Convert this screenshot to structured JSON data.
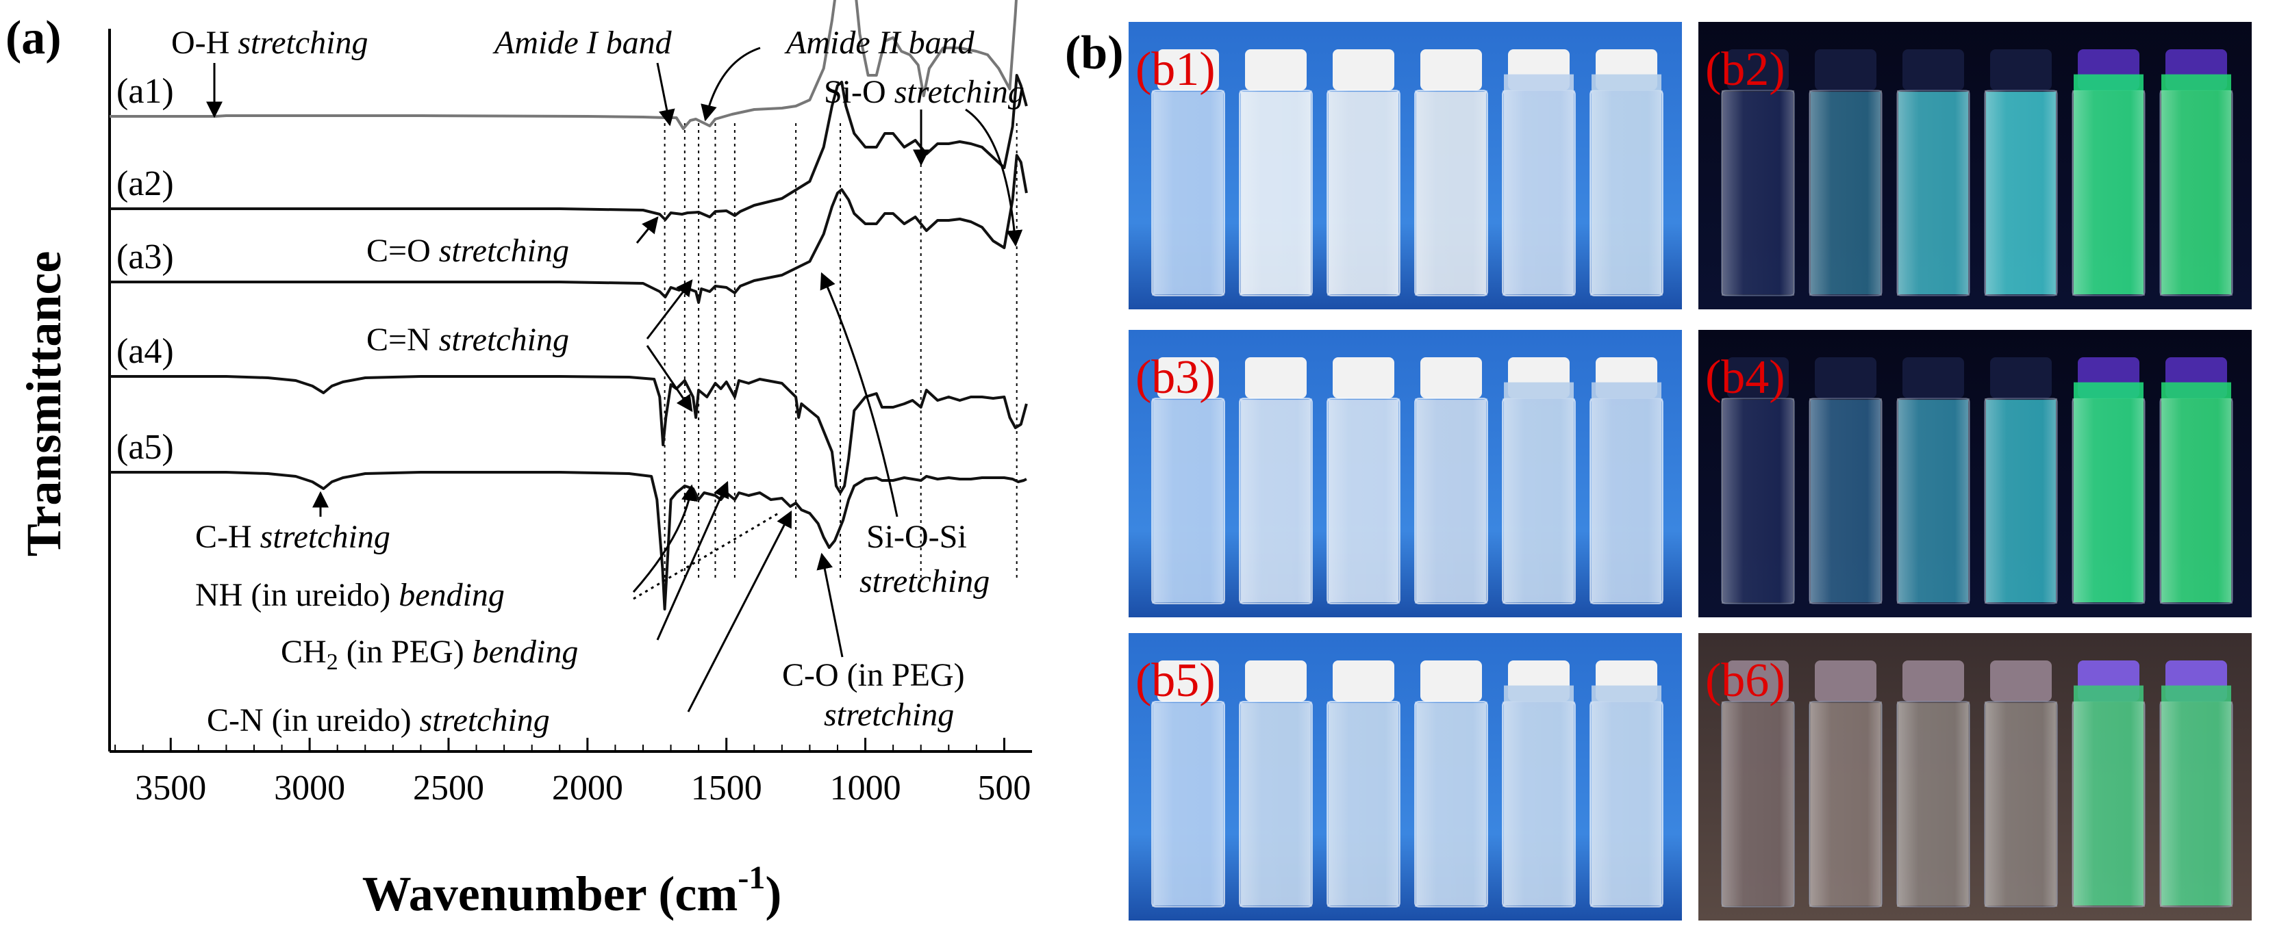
{
  "figure": {
    "panel_a_label": "(a)",
    "panel_b_label": "(b)"
  },
  "chart_data": {
    "type": "line",
    "xlabel_main": "Wavenumber (cm",
    "xlabel_sup": "-1",
    "xlabel_end": ")",
    "ylabel": "Transmittance",
    "xlim": [
      3720,
      400
    ],
    "x_reversed": true,
    "y_ticks_shown": false,
    "grid": false,
    "xticks": [
      3500,
      3000,
      2500,
      2000,
      1500,
      1000,
      500
    ],
    "xtick_labels": [
      "3500",
      "3000",
      "2500",
      "2000",
      "1500",
      "1000",
      "500"
    ],
    "series": [
      {
        "name": "(a1)",
        "color": "#777777",
        "points": [
          [
            3720,
            0
          ],
          [
            3340,
            0
          ],
          [
            3300,
            -1
          ],
          [
            2600,
            -1
          ],
          [
            2000,
            0
          ],
          [
            1800,
            1
          ],
          [
            1720,
            2
          ],
          [
            1680,
            2
          ],
          [
            1655,
            18
          ],
          [
            1630,
            6
          ],
          [
            1610,
            4
          ],
          [
            1590,
            8
          ],
          [
            1560,
            14
          ],
          [
            1540,
            4
          ],
          [
            1480,
            -3
          ],
          [
            1400,
            -10
          ],
          [
            1300,
            -12
          ],
          [
            1250,
            -15
          ],
          [
            1200,
            -24
          ],
          [
            1150,
            -70
          ],
          [
            1120,
            -140
          ],
          [
            1100,
            -200
          ],
          [
            1080,
            -260
          ],
          [
            1060,
            -262
          ],
          [
            1040,
            -200
          ],
          [
            1020,
            -120
          ],
          [
            990,
            -60
          ],
          [
            960,
            -60
          ],
          [
            930,
            -110
          ],
          [
            900,
            -115
          ],
          [
            870,
            -95
          ],
          [
            840,
            -90
          ],
          [
            810,
            -75
          ],
          [
            790,
            -30
          ],
          [
            770,
            -70
          ],
          [
            720,
            -100
          ],
          [
            660,
            -100
          ],
          [
            600,
            -95
          ],
          [
            560,
            -90
          ],
          [
            520,
            -70
          ],
          [
            480,
            -40
          ],
          [
            460,
            -150
          ],
          [
            440,
            -280
          ],
          [
            430,
            -230
          ],
          [
            420,
            -180
          ]
        ]
      },
      {
        "name": "(a2)",
        "color": "#111111",
        "points": [
          [
            3720,
            0
          ],
          [
            2100,
            0
          ],
          [
            1800,
            2
          ],
          [
            1740,
            8
          ],
          [
            1720,
            16
          ],
          [
            1700,
            6
          ],
          [
            1660,
            8
          ],
          [
            1640,
            6
          ],
          [
            1600,
            5
          ],
          [
            1560,
            12
          ],
          [
            1540,
            4
          ],
          [
            1500,
            3
          ],
          [
            1470,
            10
          ],
          [
            1450,
            4
          ],
          [
            1400,
            -5
          ],
          [
            1300,
            -15
          ],
          [
            1200,
            -40
          ],
          [
            1150,
            -90
          ],
          [
            1120,
            -150
          ],
          [
            1100,
            -180
          ],
          [
            1085,
            -185
          ],
          [
            1070,
            -150
          ],
          [
            1040,
            -110
          ],
          [
            1000,
            -90
          ],
          [
            960,
            -90
          ],
          [
            930,
            -110
          ],
          [
            900,
            -110
          ],
          [
            860,
            -90
          ],
          [
            820,
            -100
          ],
          [
            780,
            -80
          ],
          [
            740,
            -95
          ],
          [
            700,
            -95
          ],
          [
            660,
            -98
          ],
          [
            620,
            -95
          ],
          [
            580,
            -90
          ],
          [
            540,
            -75
          ],
          [
            500,
            -60
          ],
          [
            470,
            -120
          ],
          [
            455,
            -195
          ],
          [
            440,
            -180
          ],
          [
            420,
            -150
          ]
        ]
      },
      {
        "name": "(a3)",
        "color": "#111111",
        "points": [
          [
            3720,
            0
          ],
          [
            2100,
            0
          ],
          [
            1800,
            2
          ],
          [
            1740,
            14
          ],
          [
            1720,
            22
          ],
          [
            1700,
            8
          ],
          [
            1670,
            12
          ],
          [
            1650,
            8
          ],
          [
            1610,
            14
          ],
          [
            1600,
            30
          ],
          [
            1590,
            10
          ],
          [
            1560,
            14
          ],
          [
            1540,
            6
          ],
          [
            1500,
            8
          ],
          [
            1470,
            16
          ],
          [
            1450,
            6
          ],
          [
            1400,
            -2
          ],
          [
            1300,
            -10
          ],
          [
            1200,
            -30
          ],
          [
            1150,
            -70
          ],
          [
            1120,
            -110
          ],
          [
            1100,
            -130
          ],
          [
            1085,
            -135
          ],
          [
            1060,
            -120
          ],
          [
            1040,
            -100
          ],
          [
            1000,
            -85
          ],
          [
            960,
            -85
          ],
          [
            930,
            -100
          ],
          [
            900,
            -100
          ],
          [
            860,
            -85
          ],
          [
            820,
            -95
          ],
          [
            780,
            -75
          ],
          [
            740,
            -90
          ],
          [
            700,
            -90
          ],
          [
            660,
            -92
          ],
          [
            620,
            -88
          ],
          [
            580,
            -80
          ],
          [
            540,
            -60
          ],
          [
            500,
            -50
          ],
          [
            470,
            -120
          ],
          [
            455,
            -185
          ],
          [
            440,
            -175
          ],
          [
            420,
            -130
          ]
        ]
      },
      {
        "name": "(a4)",
        "color": "#111111",
        "points": [
          [
            3720,
            0
          ],
          [
            3300,
            0
          ],
          [
            3150,
            2
          ],
          [
            3050,
            6
          ],
          [
            2990,
            14
          ],
          [
            2950,
            24
          ],
          [
            2920,
            14
          ],
          [
            2880,
            8
          ],
          [
            2800,
            2
          ],
          [
            2600,
            0
          ],
          [
            2100,
            0
          ],
          [
            1850,
            1
          ],
          [
            1760,
            4
          ],
          [
            1740,
            30
          ],
          [
            1728,
            100
          ],
          [
            1718,
            60
          ],
          [
            1700,
            12
          ],
          [
            1680,
            18
          ],
          [
            1650,
            6
          ],
          [
            1620,
            30
          ],
          [
            1610,
            60
          ],
          [
            1600,
            20
          ],
          [
            1570,
            30
          ],
          [
            1540,
            10
          ],
          [
            1520,
            18
          ],
          [
            1500,
            8
          ],
          [
            1470,
            30
          ],
          [
            1455,
            6
          ],
          [
            1420,
            10
          ],
          [
            1380,
            4
          ],
          [
            1300,
            10
          ],
          [
            1250,
            30
          ],
          [
            1240,
            60
          ],
          [
            1230,
            40
          ],
          [
            1200,
            50
          ],
          [
            1170,
            60
          ],
          [
            1140,
            90
          ],
          [
            1120,
            110
          ],
          [
            1105,
            160
          ],
          [
            1090,
            170
          ],
          [
            1075,
            160
          ],
          [
            1060,
            120
          ],
          [
            1040,
            50
          ],
          [
            1000,
            30
          ],
          [
            960,
            25
          ],
          [
            940,
            45
          ],
          [
            900,
            45
          ],
          [
            860,
            40
          ],
          [
            830,
            35
          ],
          [
            800,
            45
          ],
          [
            780,
            20
          ],
          [
            740,
            35
          ],
          [
            700,
            30
          ],
          [
            660,
            35
          ],
          [
            620,
            30
          ],
          [
            580,
            30
          ],
          [
            540,
            32
          ],
          [
            500,
            30
          ],
          [
            480,
            60
          ],
          [
            460,
            75
          ],
          [
            440,
            70
          ],
          [
            420,
            40
          ]
        ]
      },
      {
        "name": "(a5)",
        "color": "#111111",
        "points": [
          [
            3720,
            0
          ],
          [
            3300,
            0
          ],
          [
            3150,
            2
          ],
          [
            3050,
            6
          ],
          [
            2990,
            14
          ],
          [
            2950,
            24
          ],
          [
            2920,
            14
          ],
          [
            2880,
            8
          ],
          [
            2800,
            2
          ],
          [
            2600,
            0
          ],
          [
            2100,
            0
          ],
          [
            1850,
            2
          ],
          [
            1770,
            6
          ],
          [
            1750,
            40
          ],
          [
            1730,
            140
          ],
          [
            1722,
            200
          ],
          [
            1715,
            150
          ],
          [
            1700,
            40
          ],
          [
            1680,
            30
          ],
          [
            1650,
            20
          ],
          [
            1620,
            24
          ],
          [
            1600,
            40
          ],
          [
            1580,
            30
          ],
          [
            1540,
            34
          ],
          [
            1520,
            40
          ],
          [
            1500,
            30
          ],
          [
            1470,
            40
          ],
          [
            1455,
            30
          ],
          [
            1420,
            34
          ],
          [
            1380,
            30
          ],
          [
            1340,
            40
          ],
          [
            1300,
            38
          ],
          [
            1270,
            50
          ],
          [
            1250,
            45
          ],
          [
            1230,
            55
          ],
          [
            1200,
            60
          ],
          [
            1170,
            75
          ],
          [
            1150,
            95
          ],
          [
            1130,
            110
          ],
          [
            1110,
            100
          ],
          [
            1100,
            90
          ],
          [
            1080,
            70
          ],
          [
            1060,
            40
          ],
          [
            1040,
            20
          ],
          [
            1000,
            10
          ],
          [
            960,
            8
          ],
          [
            940,
            12
          ],
          [
            900,
            12
          ],
          [
            860,
            8
          ],
          [
            800,
            12
          ],
          [
            780,
            6
          ],
          [
            740,
            10
          ],
          [
            700,
            8
          ],
          [
            660,
            10
          ],
          [
            620,
            10
          ],
          [
            580,
            8
          ],
          [
            540,
            8
          ],
          [
            500,
            8
          ],
          [
            470,
            10
          ],
          [
            450,
            14
          ],
          [
            430,
            12
          ],
          [
            420,
            10
          ]
        ]
      }
    ],
    "annotations": [
      {
        "plain": "O-H ",
        "italic": "stretching"
      },
      {
        "plain": "",
        "italic": "Amide I band"
      },
      {
        "plain": "",
        "italic": "Amide II band"
      },
      {
        "plain": "Si-O ",
        "italic": "stretching"
      },
      {
        "plain": "C=O ",
        "italic": "stretching"
      },
      {
        "plain": "C=N ",
        "italic": "stretching"
      },
      {
        "plain": "C-H ",
        "italic": "stretching"
      },
      {
        "plain": "Si-O-Si",
        "italic": ""
      },
      {
        "plain": "",
        "italic": "stretching"
      },
      {
        "plain": "NH (in  ureido) ",
        "italic": "bending"
      },
      {
        "plain": "CH",
        "sub": "2",
        "plain2": " (in  PEG) ",
        "italic": "bending"
      },
      {
        "plain": "C-O (in  PEG)",
        "italic": ""
      },
      {
        "plain": "",
        "italic": "stretching"
      },
      {
        "plain": "C-N (in  ureido) ",
        "italic": "stretching"
      }
    ],
    "reference_lines_cm1": [
      1722,
      1650,
      1600,
      1540,
      1470,
      1250,
      1090,
      800,
      455
    ]
  },
  "photos": {
    "labels": [
      "(b1)",
      "(b2)",
      "(b3)",
      "(b4)",
      "(b5)",
      "(b6)"
    ]
  }
}
